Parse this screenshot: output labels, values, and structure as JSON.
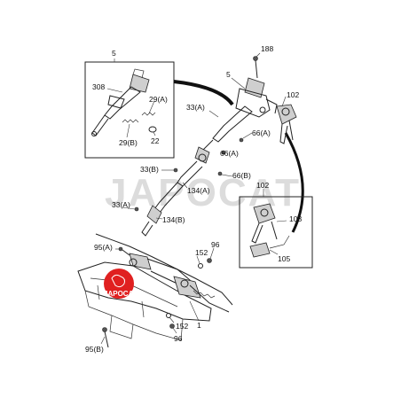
{
  "callouts": {
    "c5_inset": "5",
    "c308": "308",
    "c29a_inset": "29(A)",
    "c29b": "29(B)",
    "c22": "22",
    "c188": "188",
    "c5_main": "5",
    "c102_top": "102",
    "c33a_top": "33(A)",
    "c66a_1": "66(A)",
    "c66a_2": "66(A)",
    "c33b": "33(B)",
    "c66b": "66(B)",
    "c134a": "134(A)",
    "c102_inset": "102",
    "c103": "103",
    "c105": "105",
    "c33a_mid": "33(A)",
    "c134b": "134(B)",
    "c95a": "95(A)",
    "c96_top": "96",
    "c152_top": "152",
    "c152_bot": "152",
    "c96_bot": "96",
    "c1": "1",
    "c95b": "95(B)"
  },
  "watermark": {
    "text": "JAPOCAT"
  },
  "logo": {
    "text": "JAPOCAT",
    "color": "#e02020"
  },
  "colors": {
    "line": "#222222",
    "shade": "#cfcfcf",
    "badge": "#e02020"
  }
}
